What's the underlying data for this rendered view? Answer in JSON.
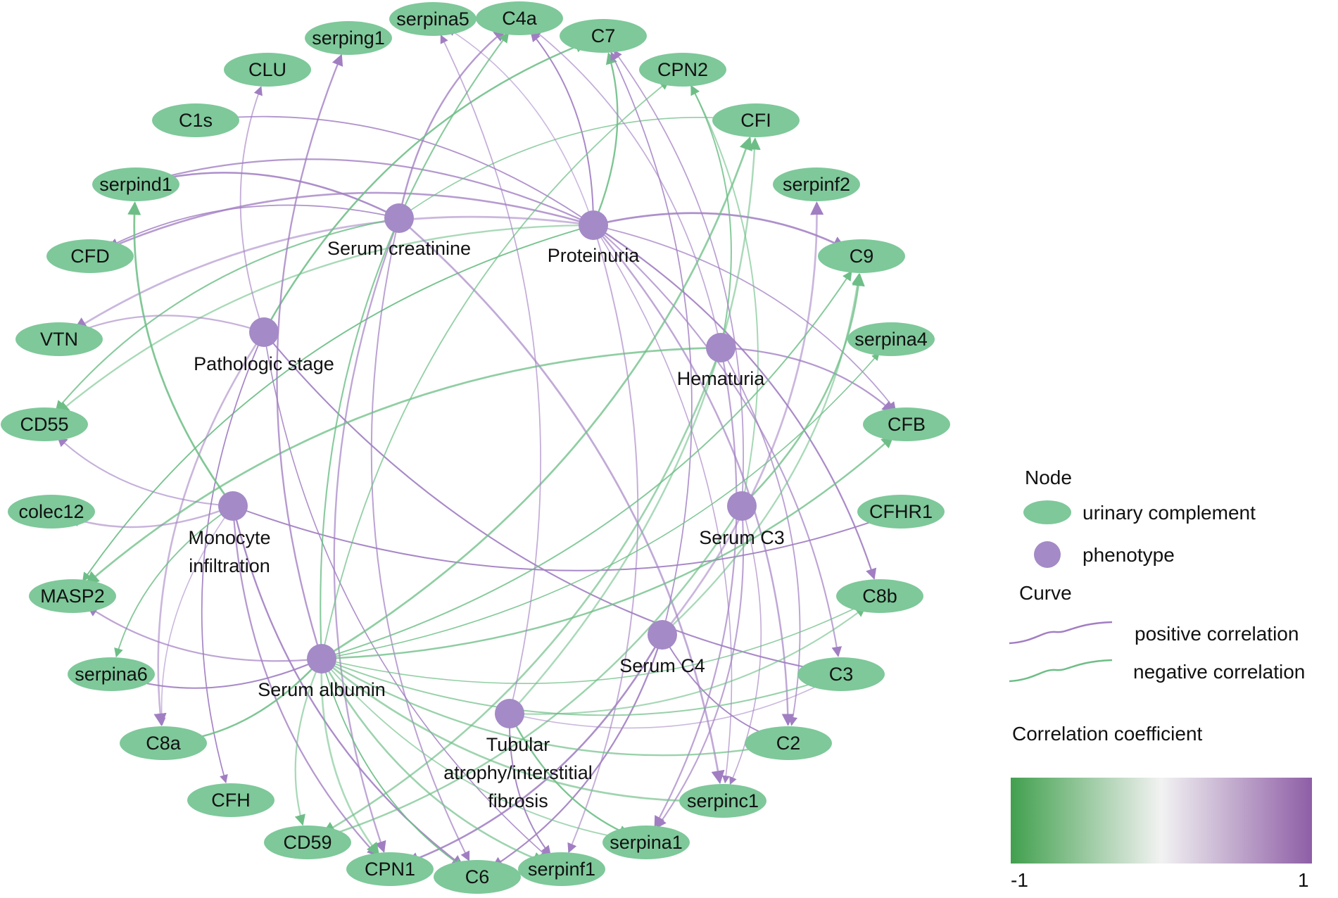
{
  "colors": {
    "complement_fill": "#7ec89a",
    "phenotype_fill": "#a48ac6",
    "positive_edge": "#a17ec2",
    "negative_edge": "#6dbe86",
    "gradient_low": "#41a04e",
    "gradient_mid": "#f2f2f2",
    "gradient_high": "#8e5ea6"
  },
  "complements": [
    {
      "id": "serping1",
      "label": "serping1"
    },
    {
      "id": "serpina5",
      "label": "serpina5"
    },
    {
      "id": "C4a",
      "label": "C4a"
    },
    {
      "id": "C7",
      "label": "C7"
    },
    {
      "id": "CPN2",
      "label": "CPN2"
    },
    {
      "id": "CFI",
      "label": "CFI"
    },
    {
      "id": "serpinf2",
      "label": "serpinf2"
    },
    {
      "id": "C9",
      "label": "C9"
    },
    {
      "id": "serpina4",
      "label": "serpina4"
    },
    {
      "id": "CFB",
      "label": "CFB"
    },
    {
      "id": "CFHR1",
      "label": "CFHR1"
    },
    {
      "id": "C8b",
      "label": "C8b"
    },
    {
      "id": "C3u",
      "label": "C3"
    },
    {
      "id": "C2",
      "label": "C2"
    },
    {
      "id": "serpinc1",
      "label": "serpinc1"
    },
    {
      "id": "serpina1",
      "label": "serpina1"
    },
    {
      "id": "serpinf1",
      "label": "serpinf1"
    },
    {
      "id": "C6",
      "label": "C6"
    },
    {
      "id": "CPN1",
      "label": "CPN1"
    },
    {
      "id": "CD59",
      "label": "CD59"
    },
    {
      "id": "CFH",
      "label": "CFH"
    },
    {
      "id": "C8a",
      "label": "C8a"
    },
    {
      "id": "serpina6",
      "label": "serpina6"
    },
    {
      "id": "MASP2",
      "label": "MASP2"
    },
    {
      "id": "colec12",
      "label": "colec12"
    },
    {
      "id": "CD55",
      "label": "CD55"
    },
    {
      "id": "VTN",
      "label": "VTN"
    },
    {
      "id": "CFD",
      "label": "CFD"
    },
    {
      "id": "serpind1",
      "label": "serpind1"
    },
    {
      "id": "C1s",
      "label": "C1s"
    },
    {
      "id": "CLU",
      "label": "CLU"
    }
  ],
  "phenotypes": [
    {
      "id": "creat",
      "label_lines": [
        "Serum creatinine"
      ]
    },
    {
      "id": "prot",
      "label_lines": [
        "Proteinuria"
      ]
    },
    {
      "id": "path",
      "label_lines": [
        "Pathologic stage"
      ]
    },
    {
      "id": "hema",
      "label_lines": [
        "Hematuria"
      ]
    },
    {
      "id": "mono",
      "label_lines": [
        "Monocyte",
        "infiltration"
      ]
    },
    {
      "id": "sc3",
      "label_lines": [
        "Serum C3"
      ]
    },
    {
      "id": "sc4",
      "label_lines": [
        "Serum C4"
      ]
    },
    {
      "id": "alb",
      "label_lines": [
        "Serum albumin"
      ]
    },
    {
      "id": "tub",
      "label_lines": [
        "Tubular",
        "atrophy/interstitial",
        "fibrosis"
      ]
    }
  ],
  "edges": [
    {
      "from": "prot",
      "to": "serpina5",
      "sign": "+"
    },
    {
      "from": "prot",
      "to": "C4a",
      "sign": "+"
    },
    {
      "from": "prot",
      "to": "C7",
      "sign": "-"
    },
    {
      "from": "prot",
      "to": "C9",
      "sign": "+"
    },
    {
      "from": "prot",
      "to": "C1s",
      "sign": "+"
    },
    {
      "from": "prot",
      "to": "serpind1",
      "sign": "+"
    },
    {
      "from": "prot",
      "to": "CFD",
      "sign": "+"
    },
    {
      "from": "prot",
      "to": "CFB",
      "sign": "+"
    },
    {
      "from": "prot",
      "to": "C3u",
      "sign": "+"
    },
    {
      "from": "prot",
      "to": "C2",
      "sign": "+"
    },
    {
      "from": "prot",
      "to": "serpinc1",
      "sign": "+"
    },
    {
      "from": "prot",
      "to": "serpinf1",
      "sign": "+"
    },
    {
      "from": "prot",
      "to": "CD55",
      "sign": "-"
    },
    {
      "from": "prot",
      "to": "VTN",
      "sign": "+"
    },
    {
      "from": "prot",
      "to": "MASP2",
      "sign": "-"
    },
    {
      "from": "prot",
      "to": "C8b",
      "sign": "+"
    },
    {
      "from": "creat",
      "to": "serpind1",
      "sign": "+"
    },
    {
      "from": "creat",
      "to": "CFD",
      "sign": "+"
    },
    {
      "from": "creat",
      "to": "CD55",
      "sign": "-"
    },
    {
      "from": "creat",
      "to": "C4a",
      "sign": "+"
    },
    {
      "from": "creat",
      "to": "CFI",
      "sign": "-"
    },
    {
      "from": "creat",
      "to": "C6",
      "sign": "+"
    },
    {
      "from": "creat",
      "to": "CPN1",
      "sign": "+"
    },
    {
      "from": "creat",
      "to": "serpinc1",
      "sign": "+"
    },
    {
      "from": "path",
      "to": "CLU",
      "sign": "+"
    },
    {
      "from": "path",
      "to": "VTN",
      "sign": "+"
    },
    {
      "from": "path",
      "to": "C8a",
      "sign": "+"
    },
    {
      "from": "path",
      "to": "CFH",
      "sign": "+"
    },
    {
      "from": "path",
      "to": "C3u",
      "sign": "+"
    },
    {
      "from": "path",
      "to": "C7",
      "sign": "-"
    },
    {
      "from": "path",
      "to": "serpinf1",
      "sign": "+"
    },
    {
      "from": "hema",
      "to": "CPN2",
      "sign": "-"
    },
    {
      "from": "hema",
      "to": "CFB",
      "sign": "+"
    },
    {
      "from": "hema",
      "to": "MASP2",
      "sign": "-"
    },
    {
      "from": "hema",
      "to": "C2",
      "sign": "+"
    },
    {
      "from": "hema",
      "to": "serpina1",
      "sign": "+"
    },
    {
      "from": "hema",
      "to": "CD59",
      "sign": "-"
    },
    {
      "from": "hema",
      "to": "C4a",
      "sign": "+"
    },
    {
      "from": "mono",
      "to": "CD55",
      "sign": "+"
    },
    {
      "from": "mono",
      "to": "colec12",
      "sign": "+"
    },
    {
      "from": "mono",
      "to": "C8a",
      "sign": "+"
    },
    {
      "from": "mono",
      "to": "CFHR1",
      "sign": "+"
    },
    {
      "from": "mono",
      "to": "C6",
      "sign": "+"
    },
    {
      "from": "mono",
      "to": "serpind1",
      "sign": "-"
    },
    {
      "from": "mono",
      "to": "serpina6",
      "sign": "-"
    },
    {
      "from": "mono",
      "to": "CPN1",
      "sign": "+"
    },
    {
      "from": "sc3",
      "to": "C9",
      "sign": "-"
    },
    {
      "from": "sc3",
      "to": "C7",
      "sign": "+"
    },
    {
      "from": "sc3",
      "to": "serpina1",
      "sign": "+"
    },
    {
      "from": "sc3",
      "to": "CD59",
      "sign": "-"
    },
    {
      "from": "sc3",
      "to": "serpinc1",
      "sign": "+"
    },
    {
      "from": "sc3",
      "to": "CPN2",
      "sign": "-"
    },
    {
      "from": "sc4",
      "to": "C9",
      "sign": "-"
    },
    {
      "from": "sc4",
      "to": "serpinf2",
      "sign": "+"
    },
    {
      "from": "sc4",
      "to": "C2",
      "sign": "+"
    },
    {
      "from": "sc4",
      "to": "C6",
      "sign": "+"
    },
    {
      "from": "sc4",
      "to": "CPN1",
      "sign": "+"
    },
    {
      "from": "sc4",
      "to": "C7",
      "sign": "+"
    },
    {
      "from": "alb",
      "to": "C4a",
      "sign": "-"
    },
    {
      "from": "alb",
      "to": "CFB",
      "sign": "-"
    },
    {
      "from": "alb",
      "to": "C8b",
      "sign": "-"
    },
    {
      "from": "alb",
      "to": "C3u",
      "sign": "-"
    },
    {
      "from": "alb",
      "to": "C2",
      "sign": "-"
    },
    {
      "from": "alb",
      "to": "serpinc1",
      "sign": "-"
    },
    {
      "from": "alb",
      "to": "serpina1",
      "sign": "-"
    },
    {
      "from": "alb",
      "to": "CD59",
      "sign": "-"
    },
    {
      "from": "alb",
      "to": "CPN1",
      "sign": "-"
    },
    {
      "from": "alb",
      "to": "C6",
      "sign": "-"
    },
    {
      "from": "alb",
      "to": "serpina6",
      "sign": "+"
    },
    {
      "from": "alb",
      "to": "C8a",
      "sign": "-"
    },
    {
      "from": "alb",
      "to": "serpina4",
      "sign": "-"
    },
    {
      "from": "alb",
      "to": "C9",
      "sign": "-"
    },
    {
      "from": "alb",
      "to": "serping1",
      "sign": "+"
    },
    {
      "from": "alb",
      "to": "CFI",
      "sign": "-"
    },
    {
      "from": "alb",
      "to": "CPN2",
      "sign": "-"
    },
    {
      "from": "alb",
      "to": "MASP2",
      "sign": "+"
    },
    {
      "from": "alb",
      "to": "serpinf1",
      "sign": "-"
    },
    {
      "from": "tub",
      "to": "serpina5",
      "sign": "+"
    },
    {
      "from": "tub",
      "to": "C8b",
      "sign": "-"
    },
    {
      "from": "tub",
      "to": "CFI",
      "sign": "-"
    },
    {
      "from": "tub",
      "to": "C3u",
      "sign": "+"
    },
    {
      "from": "tub",
      "to": "serpinf1",
      "sign": "+"
    },
    {
      "from": "tub",
      "to": "serpina1",
      "sign": "-"
    }
  ],
  "legend": {
    "node_title": "Node",
    "complement_label": "urinary complement",
    "phenotype_label": "phenotype",
    "curve_title": "Curve",
    "positive_label": "positive correlation",
    "negative_label": "negative correlation",
    "coef_title": "Correlation coefficient",
    "scale_min": "-1",
    "scale_max": "1"
  }
}
